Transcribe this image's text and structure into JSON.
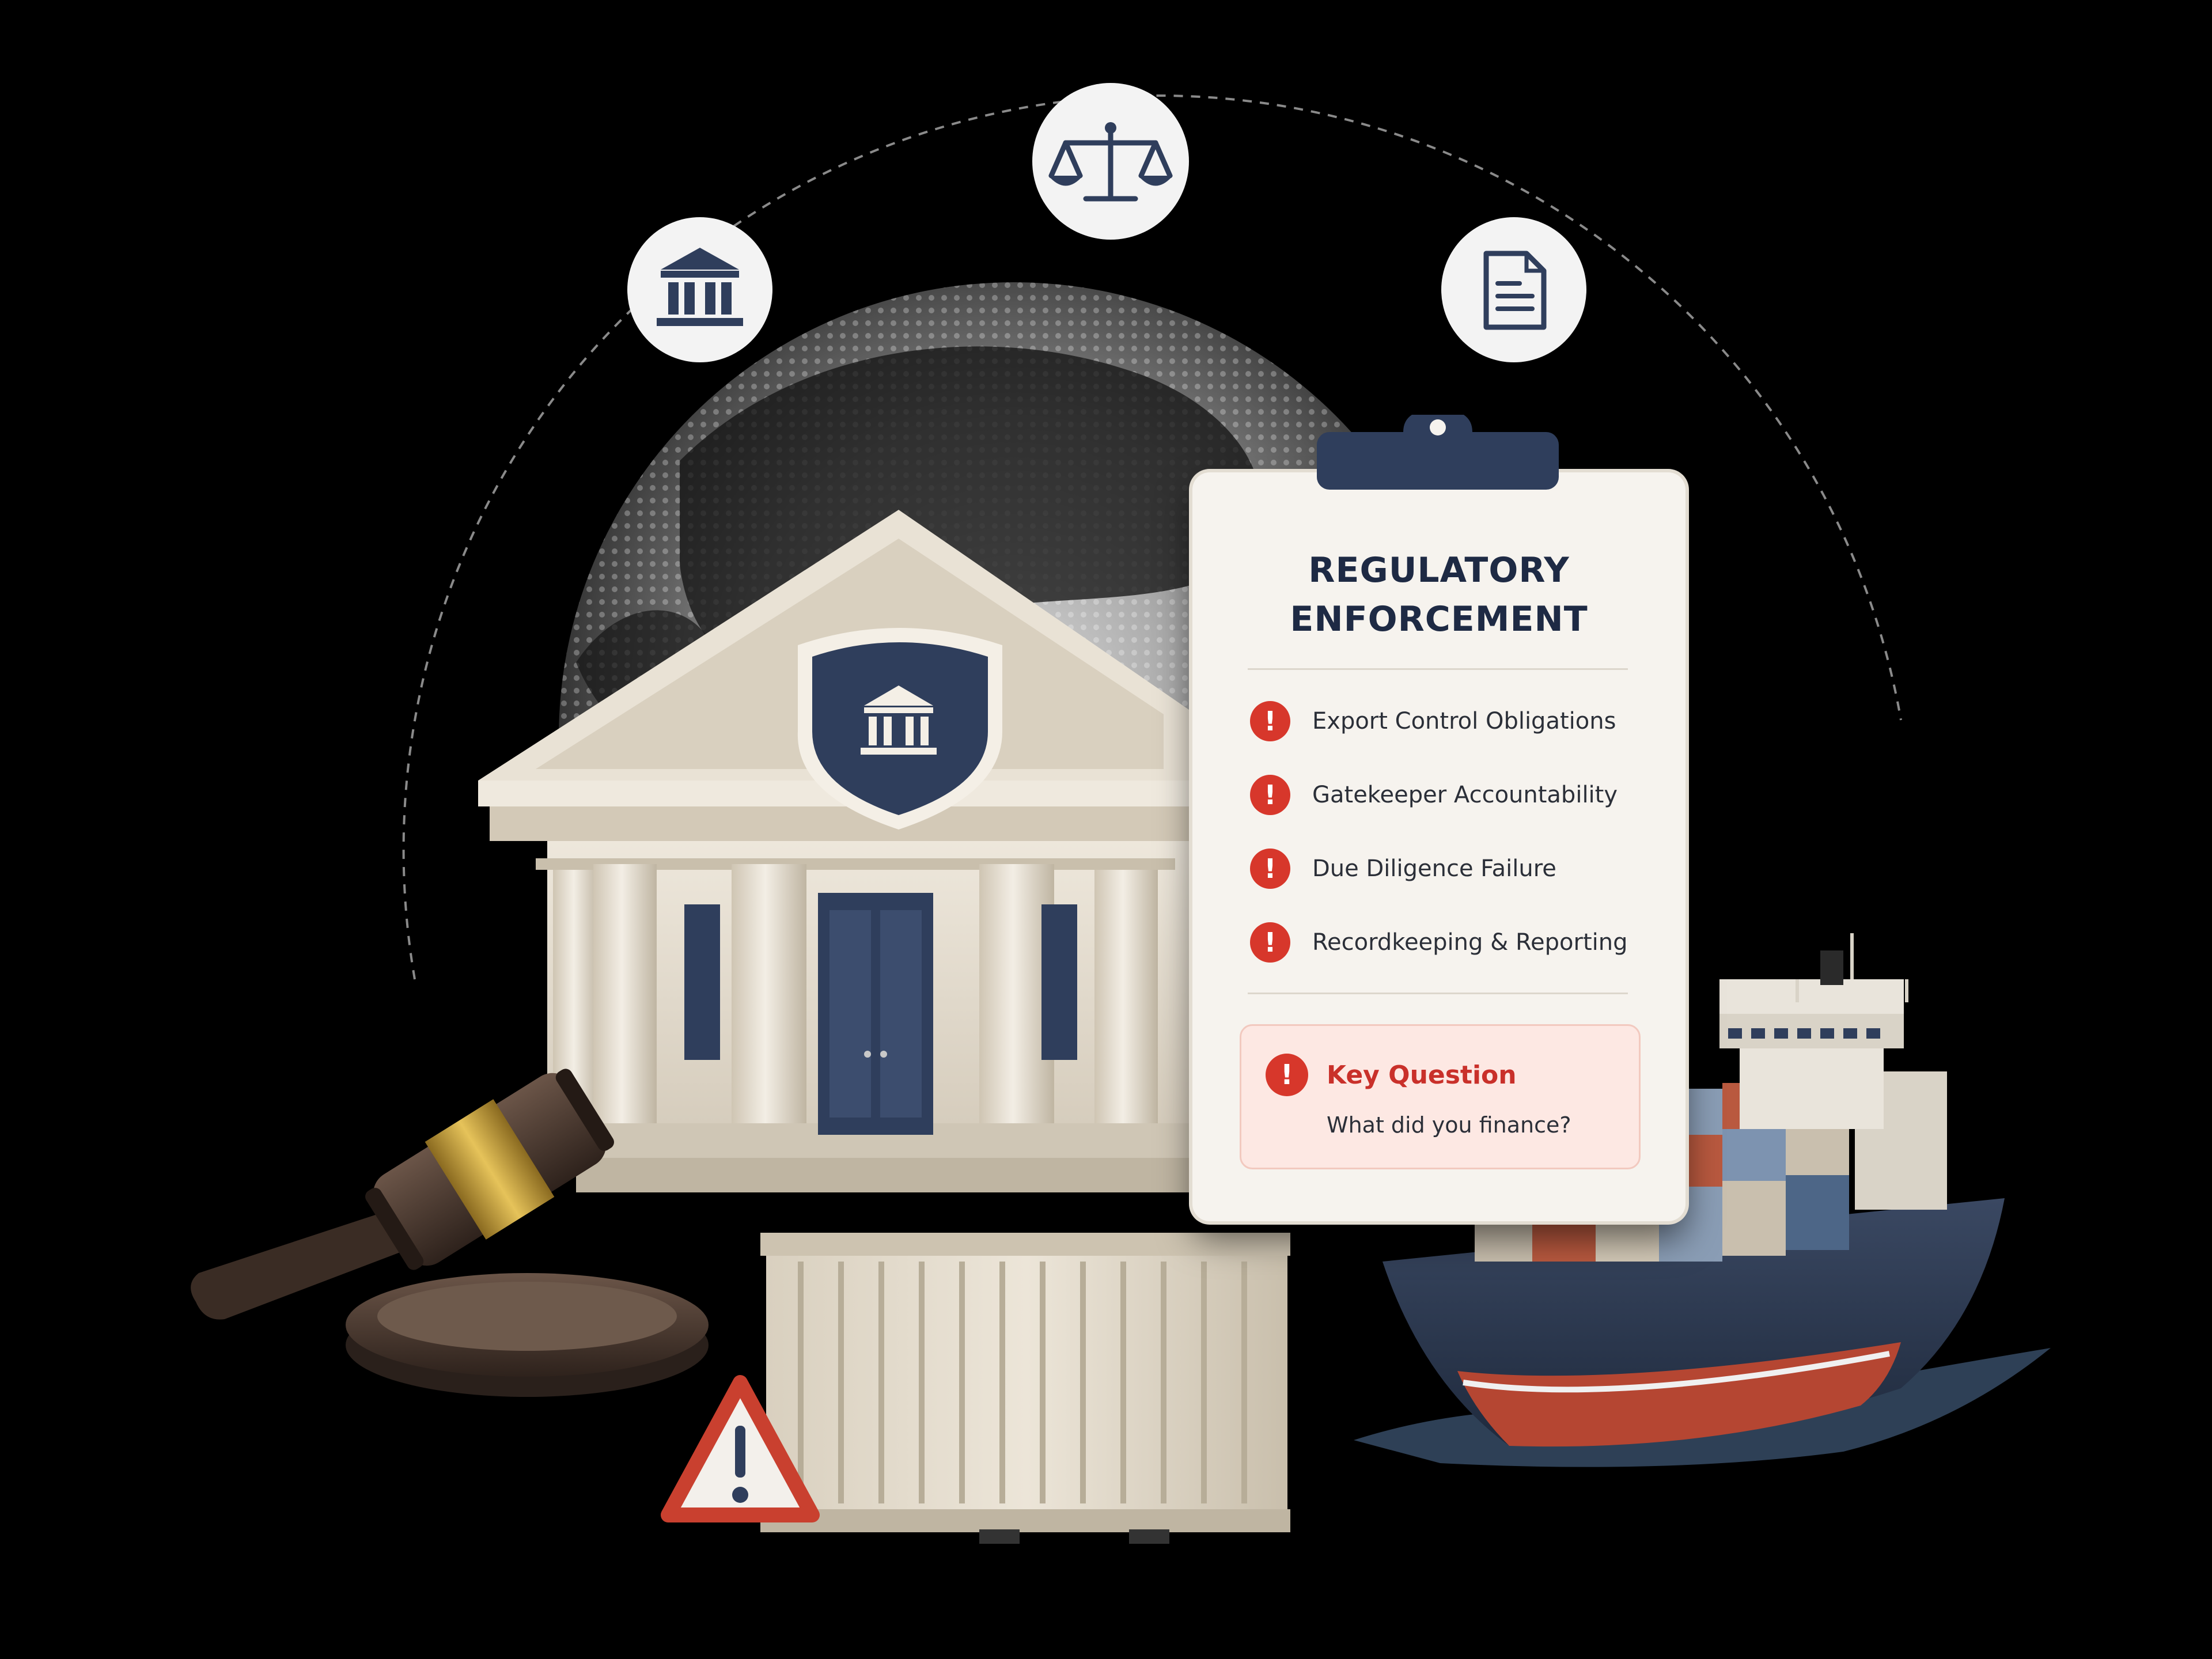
{
  "card": {
    "title_line1": "REGULATORY",
    "title_line2": "ENFORCEMENT",
    "items": [
      {
        "label": "Export Control Obligations"
      },
      {
        "label": "Gatekeeper Accountability"
      },
      {
        "label": "Due Diligence Failure"
      },
      {
        "label": "Recordkeeping & Reporting"
      }
    ],
    "alert_glyph": "!",
    "key_question": {
      "title": "Key Question",
      "text": "What did you finance?"
    }
  },
  "icons": {
    "left": "bank-icon",
    "top": "scales-icon",
    "right": "document-icon",
    "warning": "warning-triangle-icon"
  },
  "colors": {
    "background": "#000000",
    "navy": "#2f3e5c",
    "alert_red": "#d7372b",
    "card_bg": "#f6f3ee",
    "key_bg": "#fde8e3",
    "building_stone": "#e8e1d4",
    "gold_band": "#c9a13a",
    "ship_hull": "#2c3a52",
    "ship_bottom": "#b54632"
  }
}
